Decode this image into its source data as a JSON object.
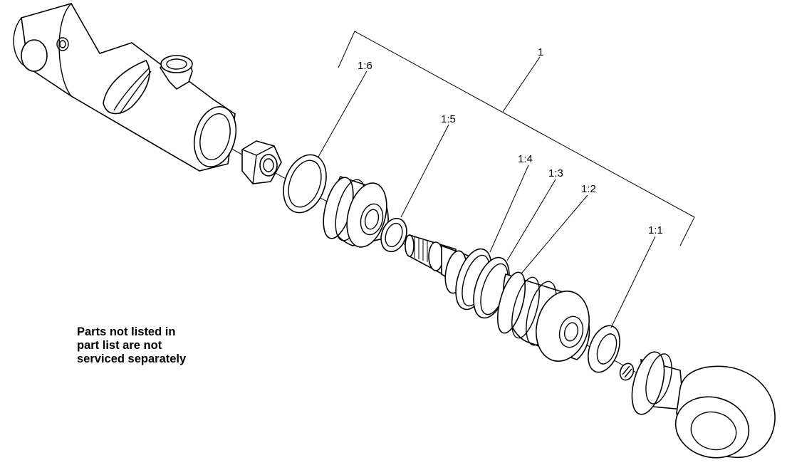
{
  "callouts": {
    "assembly": "1",
    "item_1_1": "1:1",
    "item_1_2": "1:2",
    "item_1_3": "1:3",
    "item_1_4": "1:4",
    "item_1_5": "1:5",
    "item_1_6": "1:6"
  },
  "note": {
    "lines": [
      "Parts not listed in",
      "part list are not",
      "serviced separately"
    ]
  },
  "parts": [
    "cylinder-barrel",
    "hex-nut",
    "packing-ring-1-6",
    "gland",
    "o-ring-1-5",
    "piston-rod",
    "backup-ring-1-4",
    "o-ring-1-3",
    "piston-1-2",
    "wiper-ring-1-1",
    "rod-end-eye"
  ]
}
